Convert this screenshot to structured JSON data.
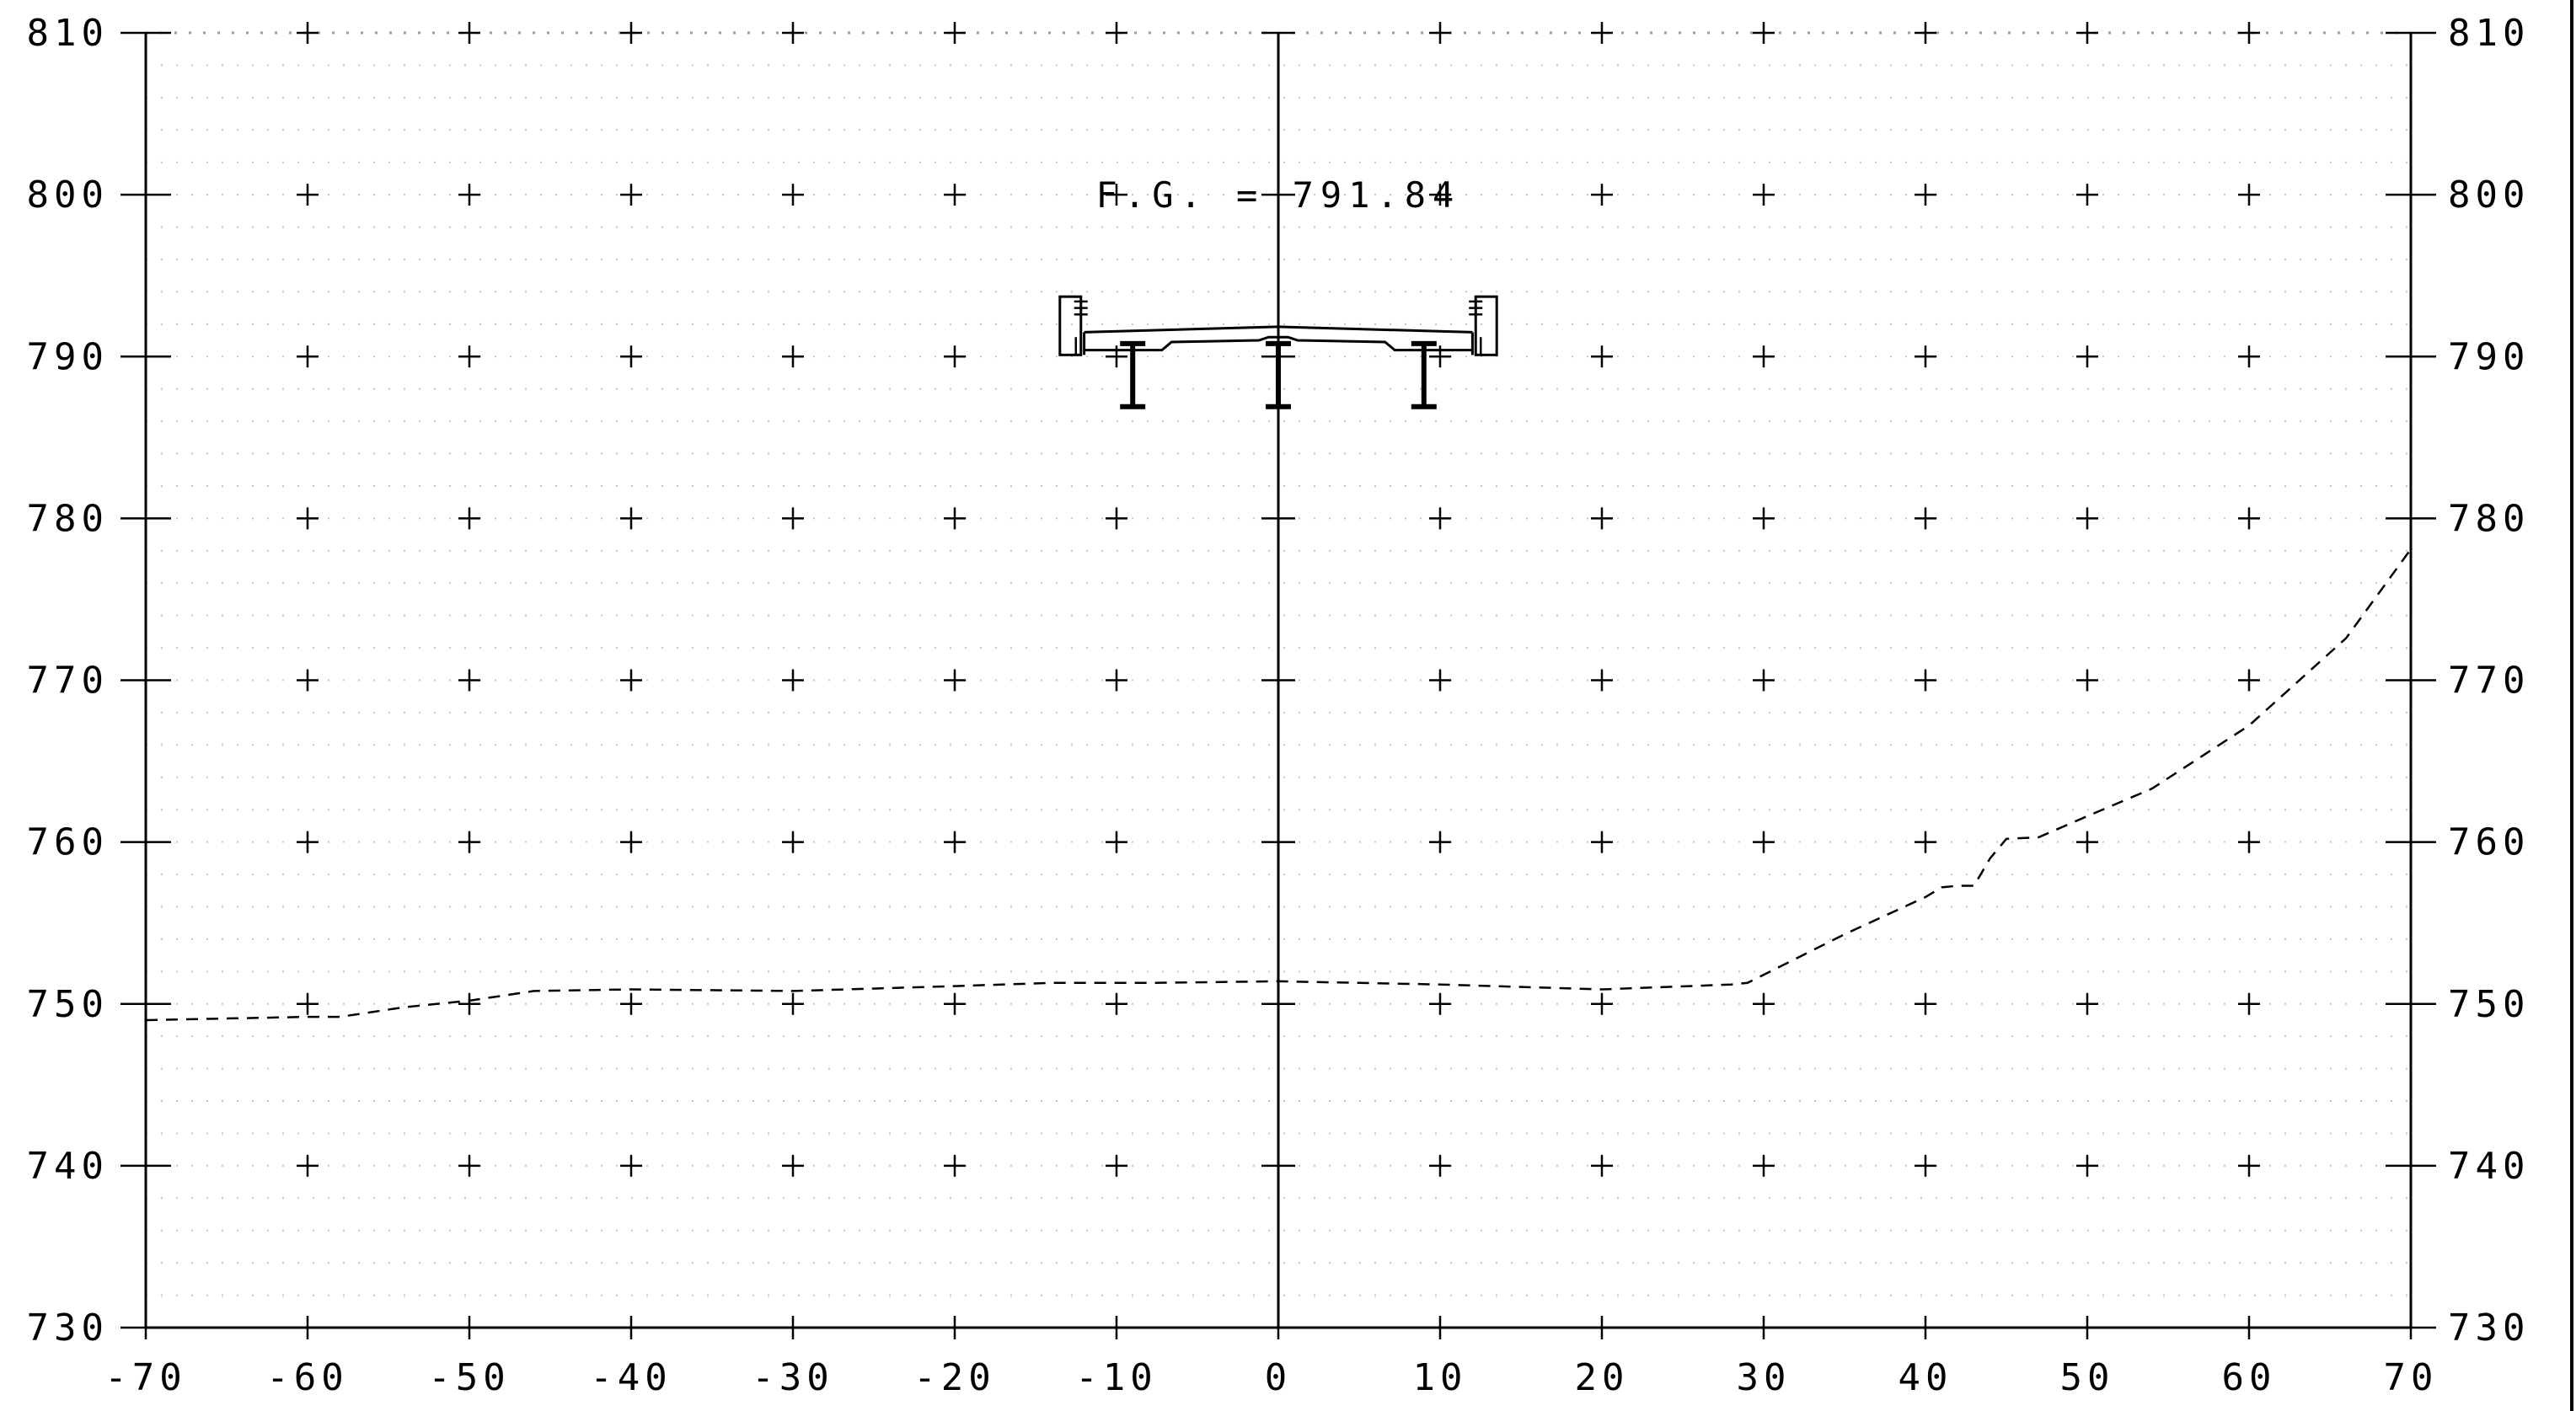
{
  "chart_data": {
    "type": "line",
    "xlim": [
      -70,
      70
    ],
    "ylim": [
      730,
      810
    ],
    "x_ticks": [
      "-70",
      "-60",
      "-50",
      "-40",
      "-30",
      "-20",
      "-10",
      "0",
      "10",
      "20",
      "30",
      "40",
      "50",
      "60",
      "70"
    ],
    "y_ticks": [
      "810",
      "800",
      "790",
      "780",
      "770",
      "760",
      "750",
      "740",
      "730"
    ],
    "grid": "crosshair-markers",
    "annotation": {
      "text": "F.G. = 791.84",
      "x": 0,
      "y": 800
    },
    "finish_grade": {
      "label": "F.G.",
      "value": 791.84
    },
    "series": [
      {
        "style": "dashed",
        "x": [
          -70,
          -60,
          -58,
          -54,
          -50,
          -46,
          -40,
          -30,
          -20,
          -14,
          -8,
          0,
          5,
          10,
          20,
          28,
          29,
          35,
          40,
          41,
          42,
          43,
          44,
          45,
          47,
          50,
          54,
          60,
          66,
          70
        ],
        "y": [
          749.0,
          749.2,
          749.2,
          749.8,
          750.2,
          750.8,
          750.9,
          750.8,
          751.1,
          751.3,
          751.3,
          751.4,
          751.3,
          751.2,
          750.9,
          751.2,
          751.3,
          754.3,
          756.6,
          757.2,
          757.3,
          757.3,
          759.0,
          760.2,
          760.3,
          761.6,
          763.3,
          767.2,
          772.6,
          778.1
        ]
      }
    ],
    "bridge_section": {
      "deck_top": [
        [
          -12,
          791.5
        ],
        [
          0,
          791.84
        ],
        [
          12,
          791.5
        ]
      ],
      "barrier_left": [
        -13.5,
        -12.2
      ],
      "barrier_right": [
        12.2,
        13.5
      ],
      "girders_x": [
        -9,
        0,
        9
      ],
      "girder_top": 790.8,
      "girder_bottom": 786.9
    }
  }
}
